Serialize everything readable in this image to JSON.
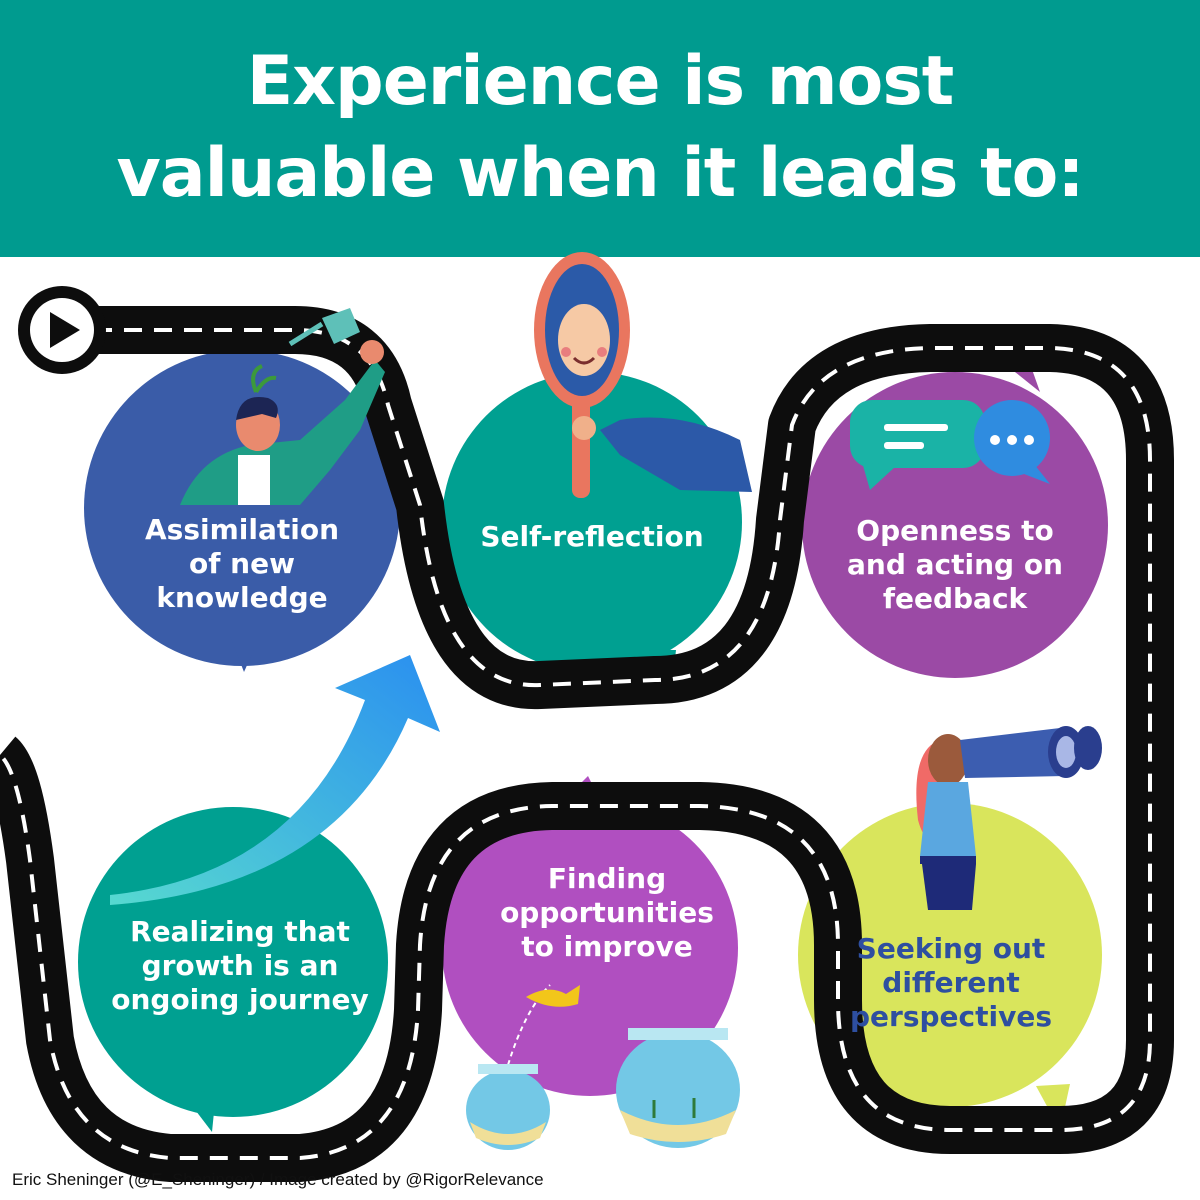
{
  "title": {
    "line1": "Experience is most",
    "line2": "valuable when it leads to:"
  },
  "items": [
    {
      "label_lines": [
        "Assimilation",
        "of new",
        "knowledge"
      ],
      "color": "#3a5ca8",
      "illustration": "person-watering-head-icon"
    },
    {
      "label_lines": [
        "Self-reflection"
      ],
      "color": "#00a091",
      "illustration": "hand-mirror-icon"
    },
    {
      "label_lines": [
        "Openness to",
        "and acting on",
        "feedback"
      ],
      "color": "#9b4aa5",
      "illustration": "speech-bubbles-icon"
    },
    {
      "label_lines": [
        "Realizing that",
        "growth is an",
        "ongoing journey"
      ],
      "color": "#00a091",
      "illustration": "upward-arrow-icon"
    },
    {
      "label_lines": [
        "Finding",
        "opportunities",
        "to improve"
      ],
      "color": "#b04fc0",
      "illustration": "fishbowl-jump-icon"
    },
    {
      "label_lines": [
        "Seeking out",
        "different",
        "perspectives"
      ],
      "color": "#d9e55c",
      "illustration": "woman-binoculars-icon"
    }
  ],
  "colors": {
    "header": "#009b8f",
    "road": "#0d0d0d",
    "road_dash": "#ffffff"
  },
  "credit": "Eric Sheninger (@E_Sheninger) / Image created by @RigorRelevance"
}
